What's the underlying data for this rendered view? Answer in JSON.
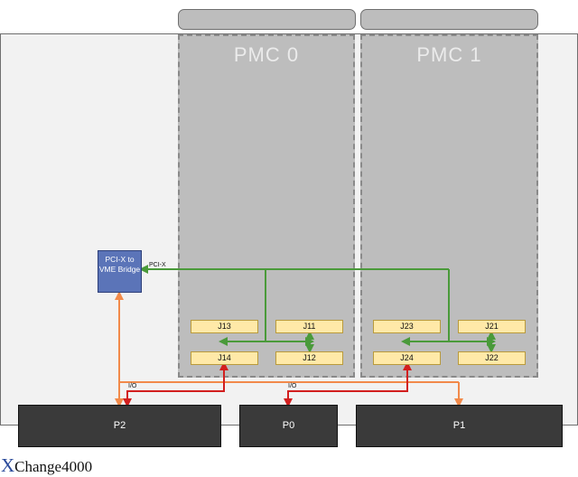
{
  "pmc_sites": [
    {
      "label": "PMC 0",
      "connectors": [
        "J13",
        "J11",
        "J14",
        "J12"
      ]
    },
    {
      "label": "PMC 1",
      "connectors": [
        "J23",
        "J21",
        "J24",
        "J22"
      ]
    }
  ],
  "bridge": {
    "label": "PCI-X to VME Bridge",
    "bus_label": "PCI-X"
  },
  "backplane": [
    "P2",
    "P0",
    "P1"
  ],
  "io_labels": [
    "I/O",
    "I/O"
  ],
  "footer": {
    "first_letter": "X",
    "rest": "Change4000"
  },
  "colors": {
    "pcix_line": "#4a9a3a",
    "io_line": "#d21f1f",
    "vme_line": "#f28a4a"
  }
}
